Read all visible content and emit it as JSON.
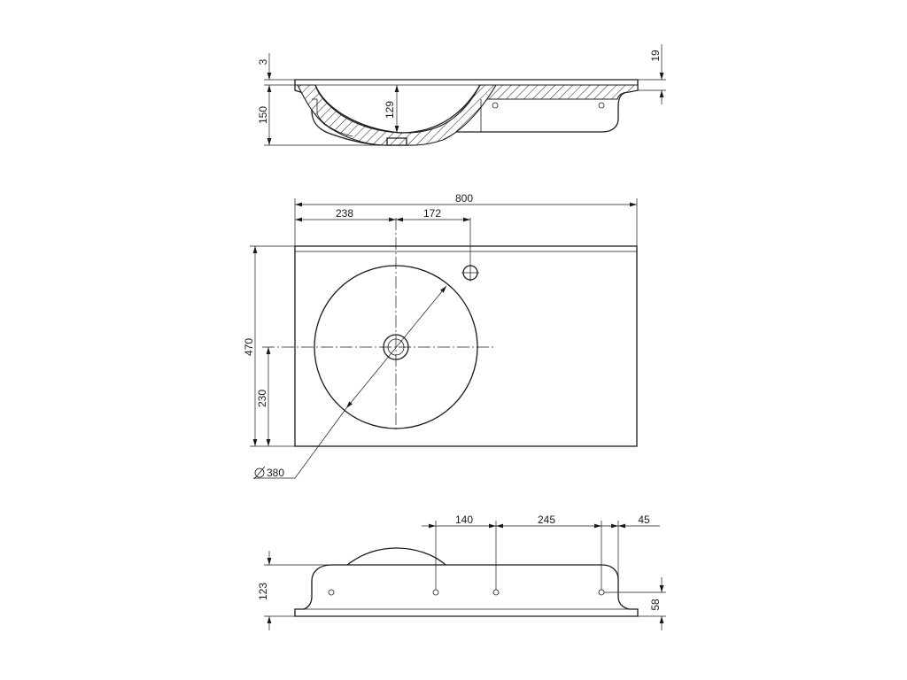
{
  "top_view": {
    "dim_thickness_edge": "3",
    "dim_total_height": "150",
    "dim_basin_depth": "129",
    "dim_slab_thickness": "19"
  },
  "plan_view": {
    "dim_total_width": "800",
    "dim_drain_offset": "238",
    "dim_tap_offset": "172",
    "dim_total_depth": "470",
    "dim_drain_depth": "230",
    "dim_basin_diameter": "380",
    "diameter_symbol": "∅"
  },
  "front_view": {
    "dim_hole_spacing_1": "140",
    "dim_hole_spacing_2": "245",
    "dim_edge_offset": "45",
    "dim_front_height": "123",
    "dim_hole_height": "58"
  }
}
